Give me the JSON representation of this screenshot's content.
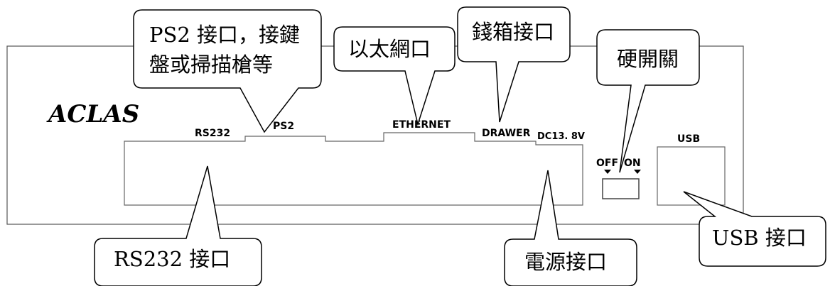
{
  "logo": "ACLAS",
  "panel_labels": {
    "rs232": "RS232",
    "ps2": "PS2",
    "ethernet": "ETHERNET",
    "drawer": "DRAWER",
    "dc": "DC13. 8V",
    "off": "OFF",
    "on": "ON",
    "usb": "USB"
  },
  "callouts": {
    "ps2_line1": "PS2 接口，接鍵",
    "ps2_line2": "盤或掃描槍等",
    "ethernet": "以太網口",
    "drawer": "錢箱接口",
    "switch": "硬開關",
    "rs232": "RS232 接口",
    "power": "電源接口",
    "usb": "USB 接口"
  }
}
